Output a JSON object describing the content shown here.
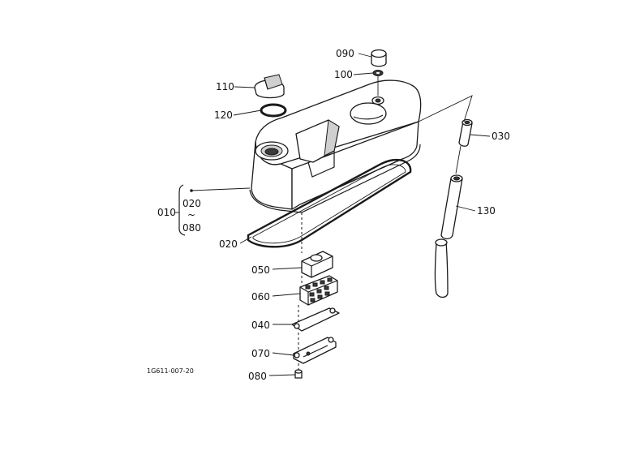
{
  "drawing_code": "1G611-007-20",
  "callouts": {
    "p090": "090",
    "p100": "100",
    "p110": "110",
    "p120": "120",
    "p030": "030",
    "p130": "130",
    "p010": "010",
    "p010_a": "020",
    "p010_tilde": "~",
    "p010_b": "080",
    "p020": "020",
    "p050": "050",
    "p060": "060",
    "p040": "040",
    "p070": "070",
    "p080": "080"
  }
}
